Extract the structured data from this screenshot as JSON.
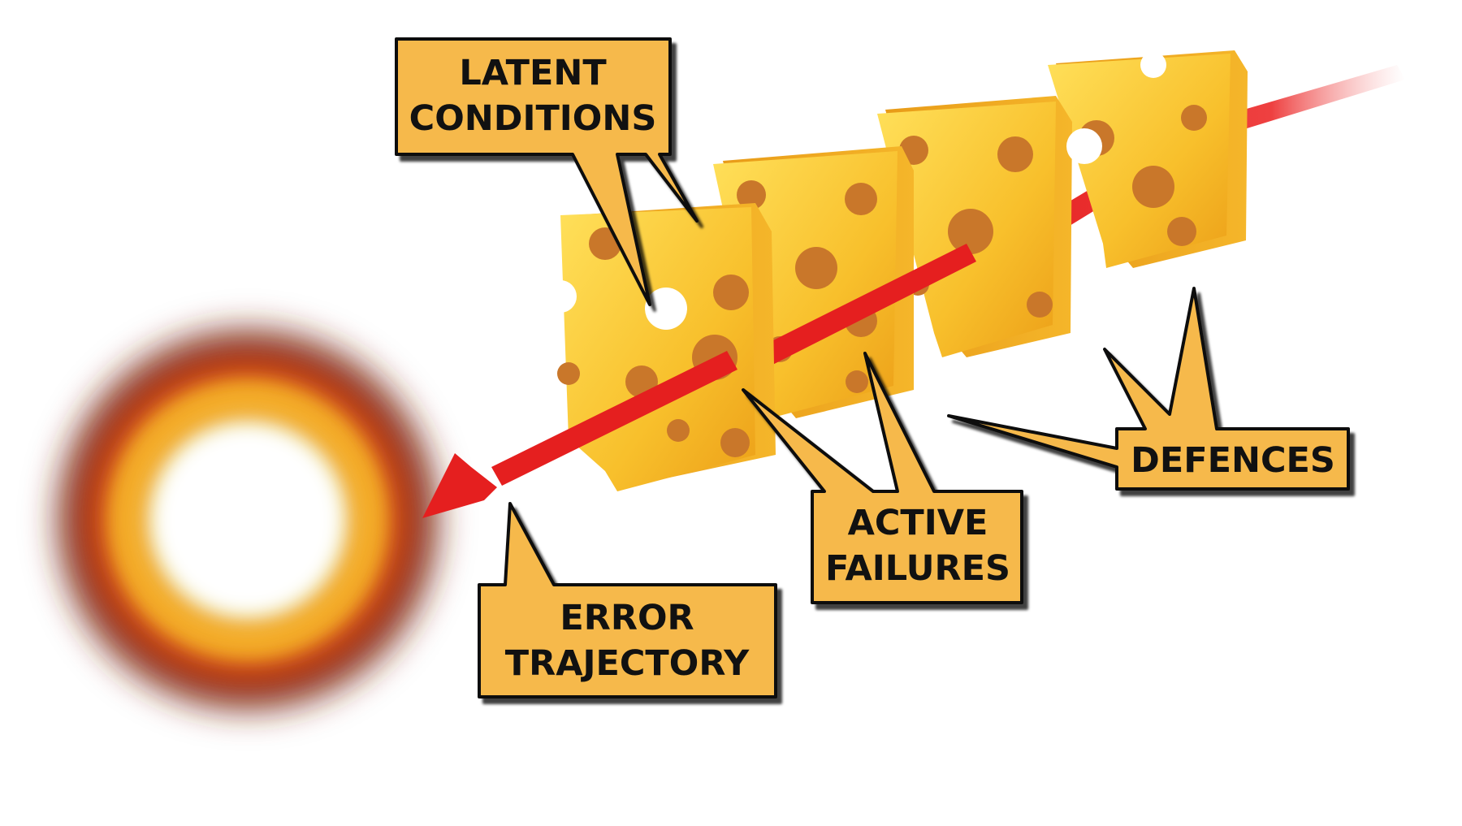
{
  "diagram": {
    "labels": {
      "latent": [
        "LATENT",
        "CONDITIONS"
      ],
      "active": [
        "ACTIVE",
        "FAILURES"
      ],
      "defences": [
        "DEFENCES"
      ],
      "error": [
        "ERROR",
        "TRAJECTORY"
      ]
    }
  },
  "colors": {
    "callout_fill": "#f6b94c",
    "callout_stroke": "#111111",
    "cheese_light": "#ffd23c",
    "cheese_mid": "#f6b22a",
    "cheese_dark": "#d58a14",
    "hole": "#c9772a",
    "trajectory": "#e51f1f",
    "background": "#ffffff"
  },
  "icons": {
    "explosion": "explosion-icon",
    "cheese": "cheese-slice-icon",
    "arrow": "trajectory-arrow-icon"
  }
}
